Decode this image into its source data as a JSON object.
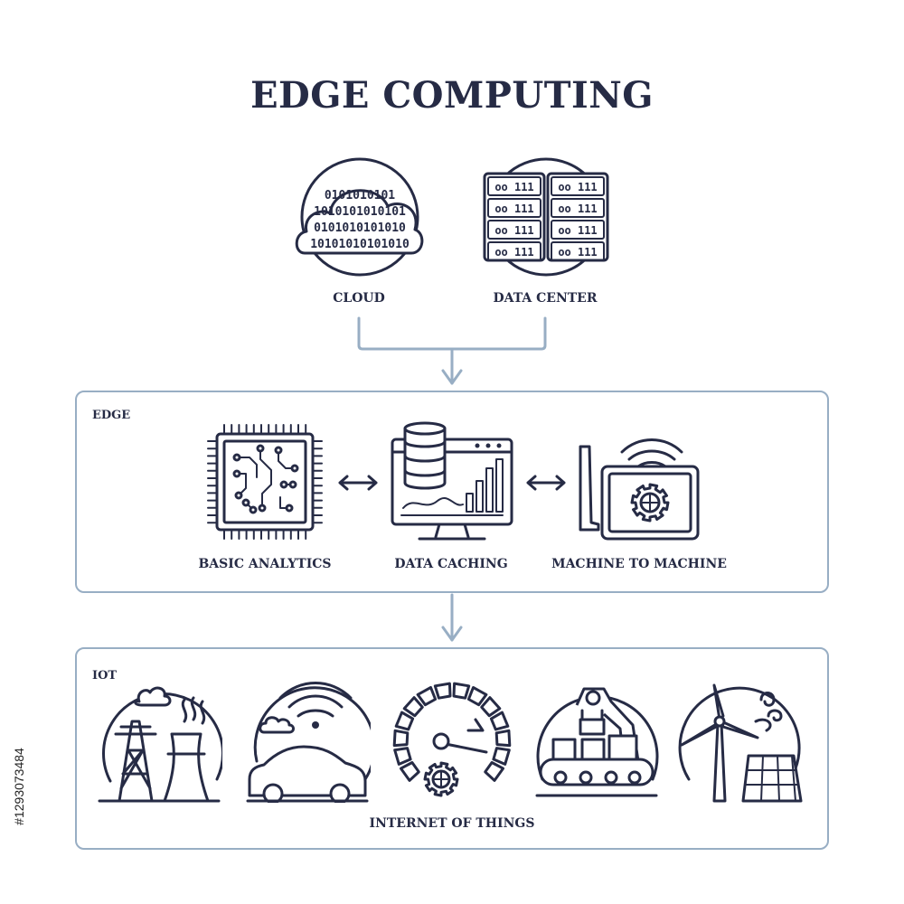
{
  "title": "EDGE COMPUTING",
  "top": {
    "cloud_label": "CLOUD",
    "datacenter_label": "DATA CENTER",
    "cloud_binary": [
      "0101010101",
      "1010101010101",
      "0101010101010",
      "10101010101010"
    ],
    "rack_marks": "oo 111"
  },
  "edge": {
    "title": "EDGE",
    "items": [
      {
        "label": "BASIC ANALYTICS"
      },
      {
        "label": "DATA CACHING"
      },
      {
        "label": "MACHINE TO MACHINE"
      }
    ]
  },
  "iot": {
    "title": "IOT",
    "caption": "INTERNET OF THINGS"
  },
  "side_id": "#1293073484"
}
